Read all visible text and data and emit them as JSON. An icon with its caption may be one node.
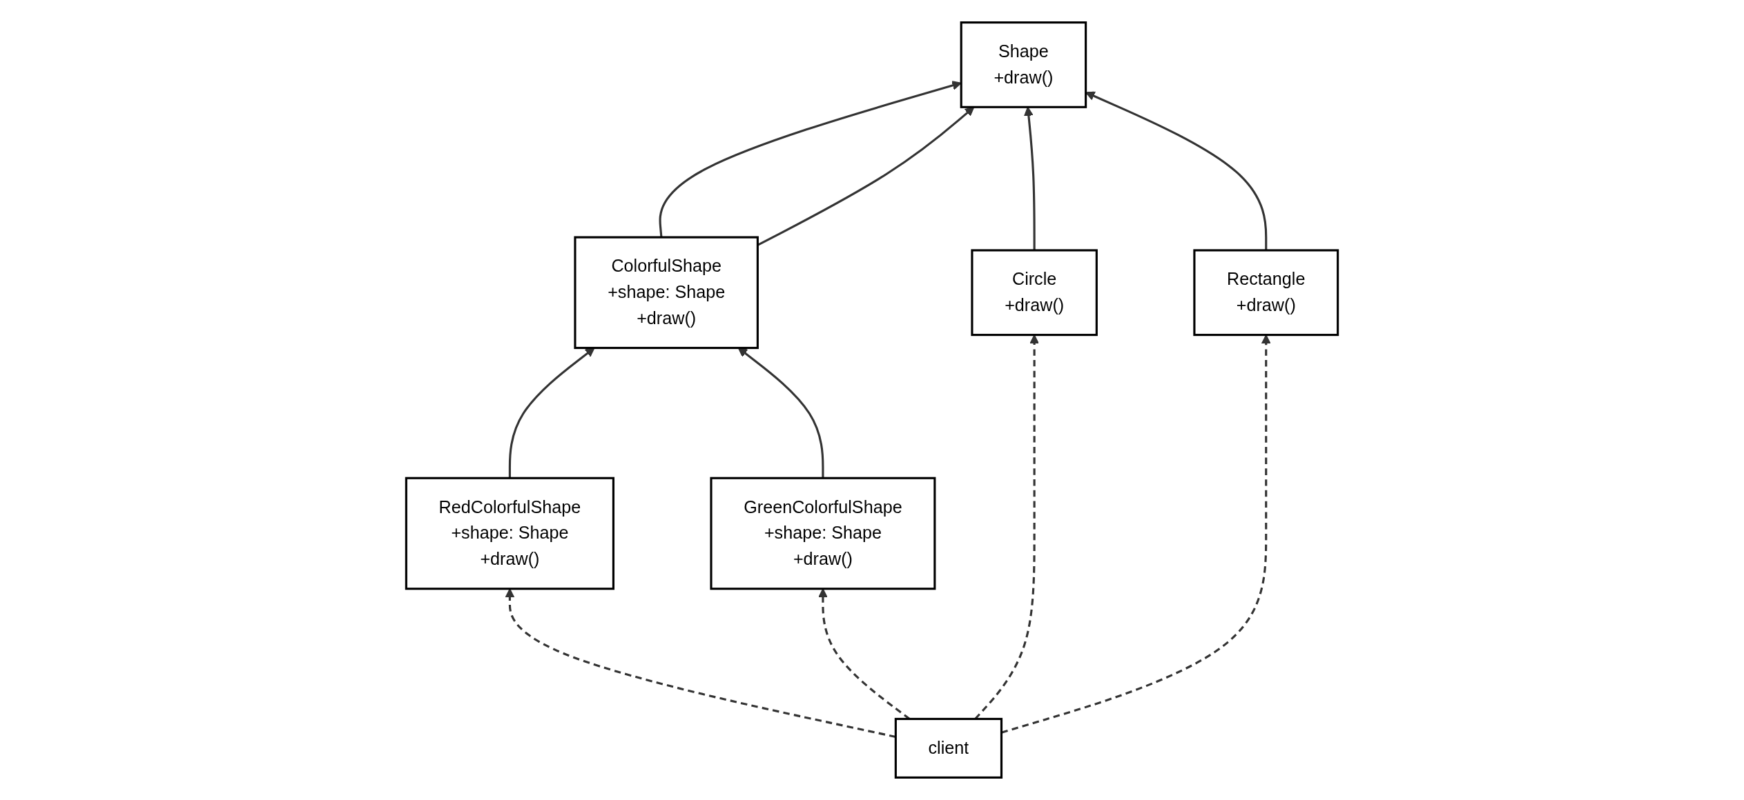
{
  "diagram": {
    "nodes": [
      {
        "text": [
          "Shape",
          "+draw()"
        ]
      },
      {
        "text": [
          "ColorfulShape",
          "+shape: Shape",
          "+draw()"
        ]
      },
      {
        "text": [
          "Circle",
          "+draw()"
        ]
      },
      {
        "text": [
          "Rectangle",
          "+draw()"
        ]
      },
      {
        "text": [
          "RedColorfulShape",
          "+shape: Shape",
          "+draw()"
        ]
      },
      {
        "text": [
          "GreenColorfulShape",
          "+shape: Shape",
          "+draw()"
        ]
      },
      {
        "text": [
          "client"
        ]
      }
    ],
    "edges": [
      {
        "from": 1,
        "to": 0,
        "arrow": "to"
      },
      {
        "from": 1,
        "to": 0,
        "arrow": "to"
      },
      {
        "from": 2,
        "to": 0,
        "arrow": "to"
      },
      {
        "from": 3,
        "to": 0,
        "arrow": "to"
      },
      {
        "from": 4,
        "to": 1,
        "arrow": "to"
      },
      {
        "from": 5,
        "to": 1,
        "arrow": "to"
      },
      {
        "from": 6,
        "to": 2,
        "arrow": "to",
        "style": "dashed"
      },
      {
        "from": 6,
        "to": 3,
        "arrow": "to",
        "style": "dashed"
      },
      {
        "from": 6,
        "to": 4,
        "arrow": "to",
        "style": "dashed"
      },
      {
        "from": 6,
        "to": 5,
        "arrow": "to",
        "style": "dashed"
      }
    ]
  }
}
